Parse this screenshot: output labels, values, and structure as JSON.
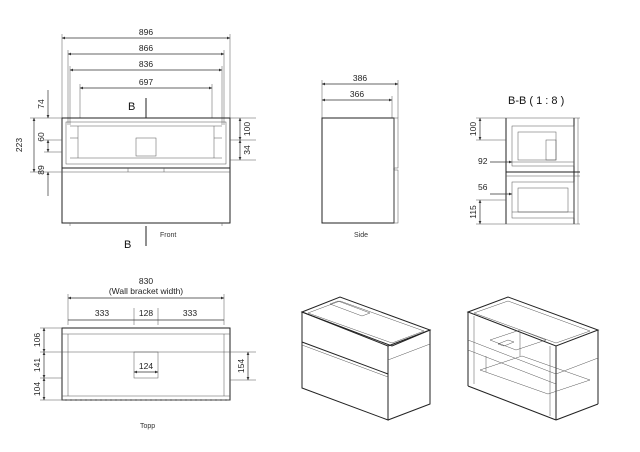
{
  "front": {
    "label": "Front",
    "dims": {
      "w896": "896",
      "w866": "866",
      "w836": "836",
      "w697": "697",
      "h74": "74",
      "h223": "223",
      "h60": "60",
      "h89": "89",
      "h100": "100",
      "h34": "34"
    },
    "section_marker": "B"
  },
  "side": {
    "label": "Side",
    "dims": {
      "w386": "386",
      "w366": "366"
    }
  },
  "section": {
    "title": "B-B ( 1 : 8 )",
    "dims": {
      "h100": "100",
      "d92": "92",
      "d56": "56",
      "h115": "115"
    }
  },
  "top": {
    "label": "Topp",
    "dims": {
      "w830": "830",
      "bracket_note": "(Wall bracket width)",
      "w333a": "333",
      "w128": "128",
      "w333b": "333",
      "w124": "124",
      "h106": "106",
      "h141": "141",
      "h104": "104",
      "h154": "154"
    }
  }
}
